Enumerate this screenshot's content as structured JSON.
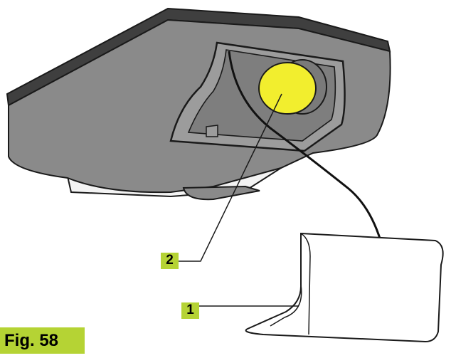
{
  "figure": {
    "label": "Fig. 58"
  },
  "callouts": [
    {
      "id": "1",
      "text": "1"
    },
    {
      "id": "2",
      "text": "2"
    }
  ],
  "colors": {
    "accent": "#b5d334",
    "device_body": "#8a8a8a",
    "device_top": "#3f3f3f",
    "coin_cell": "#f2ee2e",
    "outline": "#1a1a1a"
  }
}
